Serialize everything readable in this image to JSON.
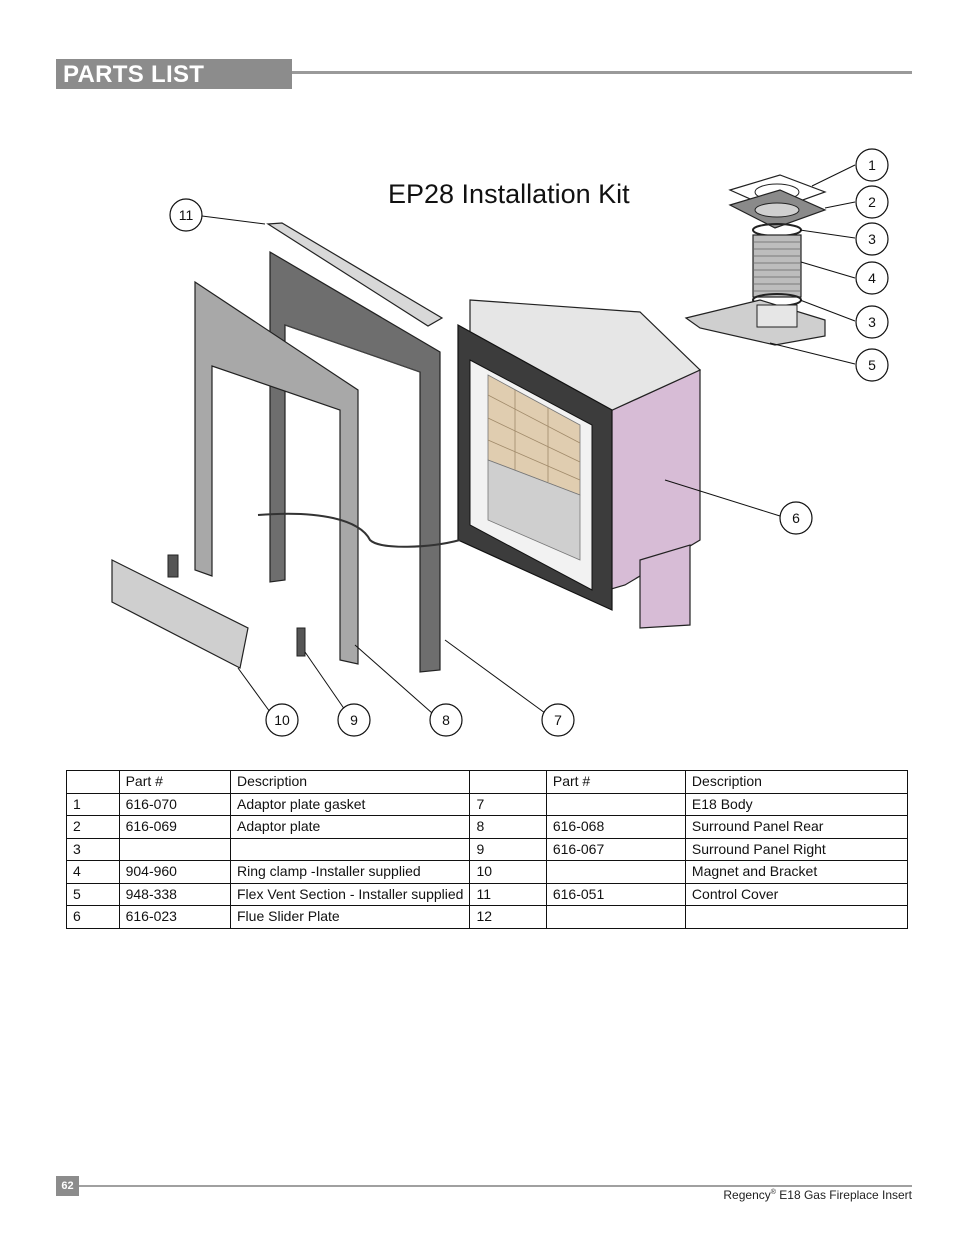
{
  "header": {
    "title": "PARTS LIST"
  },
  "diagram": {
    "title": "EP28 Installation Kit",
    "callouts": [
      "1",
      "2",
      "3",
      "4",
      "3",
      "5",
      "6",
      "7",
      "8",
      "9",
      "10",
      "11"
    ]
  },
  "table": {
    "headers": [
      "",
      "Part #",
      "Description",
      "",
      "Part #",
      "Description"
    ],
    "rows": [
      [
        "1",
        "616-070",
        "Adaptor plate gasket",
        "7",
        "",
        "E18 Body"
      ],
      [
        "2",
        "616-069",
        "Adaptor plate",
        "8",
        "616-068",
        "Surround Panel Rear"
      ],
      [
        "3",
        "",
        "",
        "9",
        "616-067",
        "Surround Panel Right"
      ],
      [
        "4",
        "904-960",
        "Ring clamp -Installer supplied",
        "10",
        "",
        "Magnet and Bracket"
      ],
      [
        "5",
        "948-338",
        "Flex Vent Section - Installer supplied",
        "11",
        "616-051",
        "Control Cover"
      ],
      [
        "6",
        "616-023",
        "Flue Slider Plate",
        "12",
        "",
        ""
      ]
    ]
  },
  "footer": {
    "page_number": "62",
    "brand": "Regency",
    "registered": "®",
    "product": " E18 Gas Fireplace Insert"
  }
}
